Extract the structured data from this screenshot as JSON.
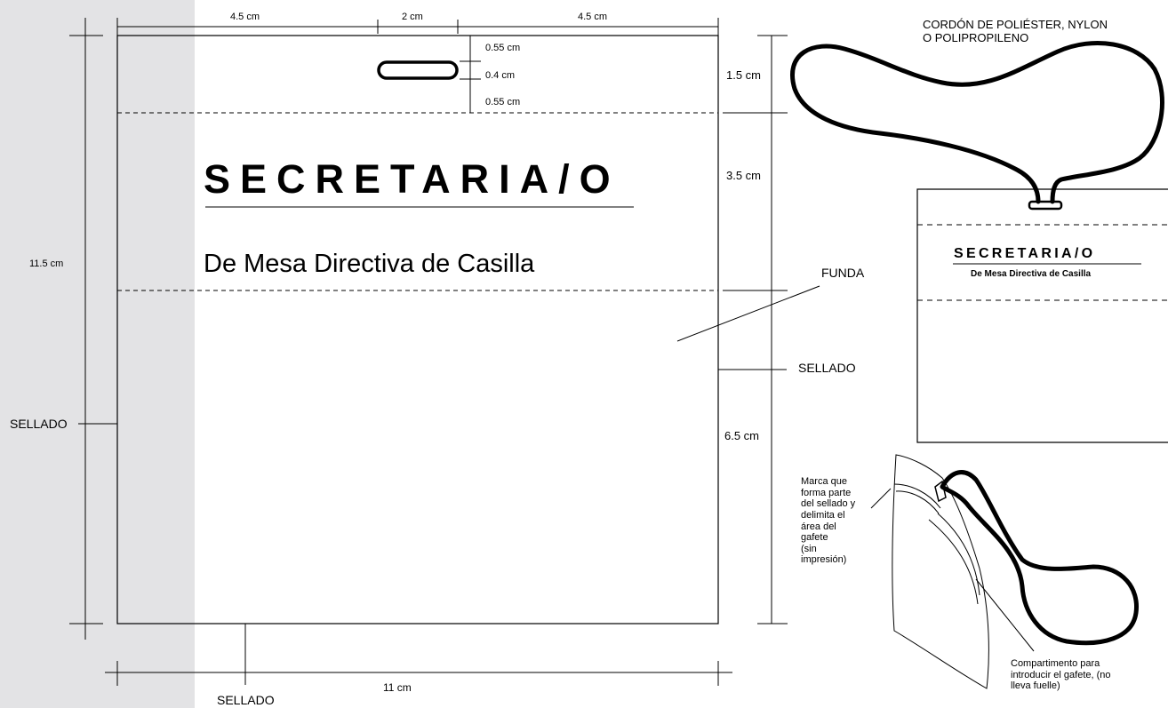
{
  "badge": {
    "title": "SECRETARIA/O",
    "subtitle": "De Mesa Directiva de Casilla"
  },
  "dimensions": {
    "width_left": "4.5 cm",
    "width_slot": "2 cm",
    "width_right": "4.5 cm",
    "width_total": "11 cm",
    "height_total": "11.5 cm",
    "slot_top_gap": "0.55 cm",
    "slot_height": "0.4 cm",
    "slot_bottom_gap": "0.55 cm",
    "zone_top": "1.5 cm",
    "zone_badge": "3.5 cm",
    "zone_bottom": "6.5 cm"
  },
  "callouts": {
    "sealed_left": "SELLADO",
    "sealed_bottom": "SELLADO",
    "sealed_right": "SELLADO",
    "sleeve": "FUNDA",
    "cord": "CORDÓN DE POLIÉSTER, NYLON\nO POLIPROPILENO",
    "seal_mark": "Marca que\nforma parte\ndel sellado  y\ndelimita el\nárea del\ngafete\n(sin\nimpresión)",
    "compartment": "Compartimento para\nintroducir el gafete, (no\nlleva fuelle)"
  }
}
